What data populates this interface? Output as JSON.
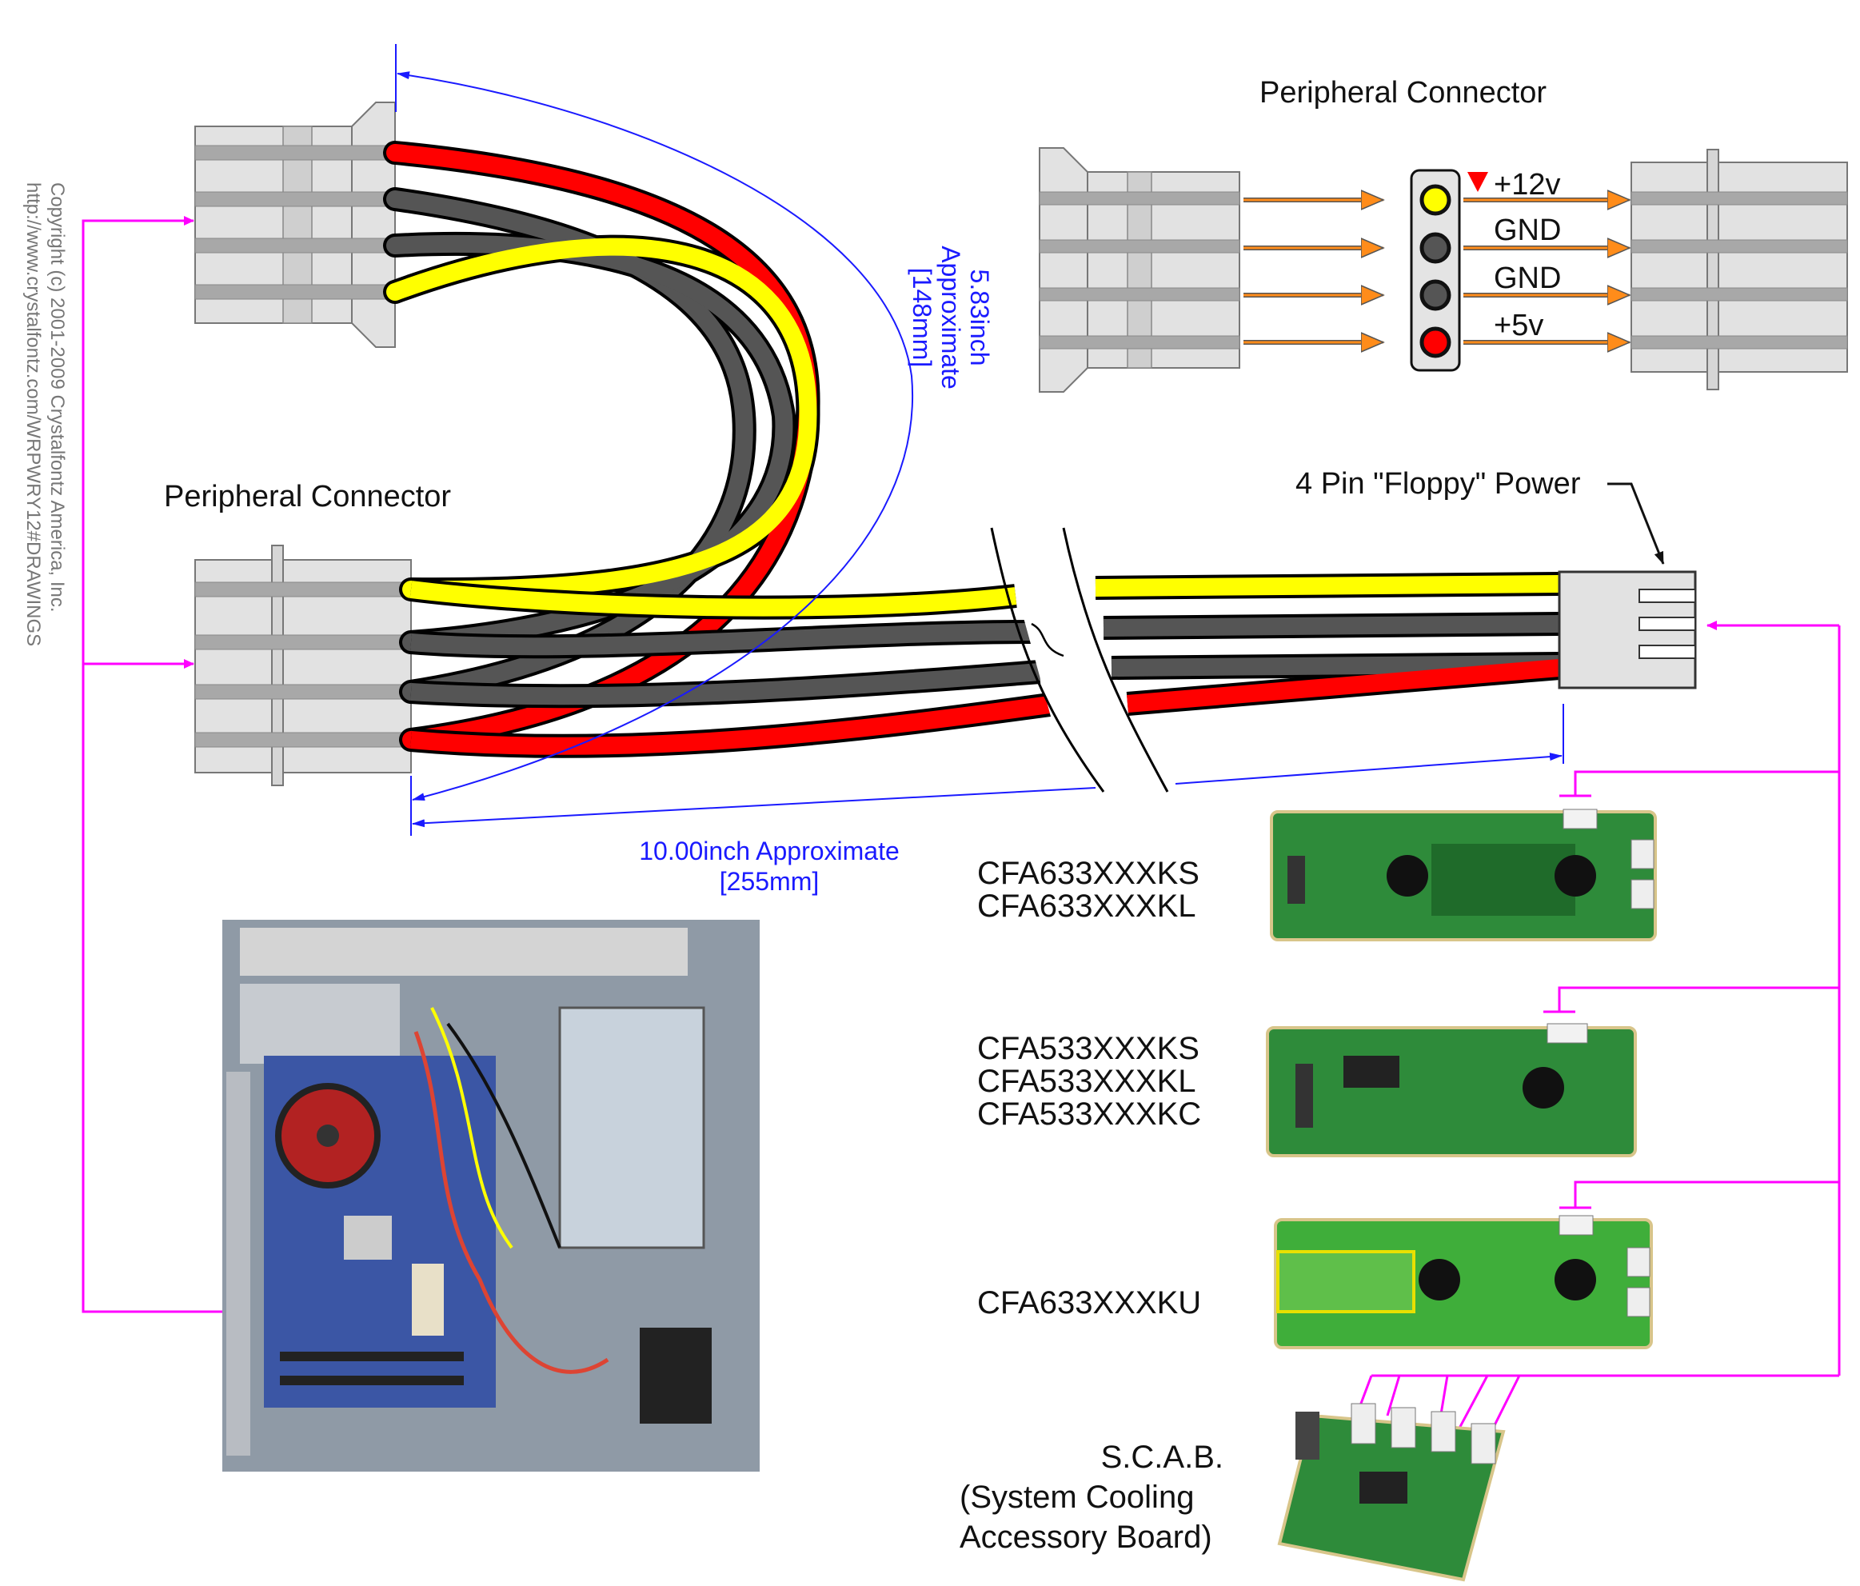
{
  "copyright": {
    "line1": "Copyright (c) 2001-2009 Crystalfontz America, Inc.",
    "line2": "http://www.crystalfontz.com/WRPWRY12#DRAWINGS"
  },
  "top_right_title": "Peripheral Connector",
  "left_title": "Peripheral Connector",
  "pins": [
    "+12v",
    "GND",
    "GND",
    "+5v"
  ],
  "floppy_label": "4 Pin \"Floppy\" Power",
  "dimension_curve": {
    "value": "5.83inch",
    "note": "Approximate",
    "metric": "[148mm]"
  },
  "dimension_length": {
    "value": "10.00inch Approximate",
    "metric": "[255mm]"
  },
  "modules": {
    "cfa633_ks_kl": [
      "CFA633XXXKS",
      "CFA633XXXKL"
    ],
    "cfa533": [
      "CFA533XXXKS",
      "CFA533XXXKL",
      "CFA533XXXKC"
    ],
    "cfa633_ku": [
      "CFA633XXXKU"
    ],
    "scab": [
      "S.C.A.B.",
      "(System Cooling",
      "Accessory Board)"
    ]
  },
  "colors": {
    "wire_red": "#ff0000",
    "wire_black": "#555555",
    "wire_yellow": "#ffff00",
    "connector": "#e2e2e2",
    "arrow": "#ff00ff",
    "dimension": "#1a1aff",
    "pin_arrow": "#ff8c1a",
    "pcb": "#2e8b3a"
  }
}
